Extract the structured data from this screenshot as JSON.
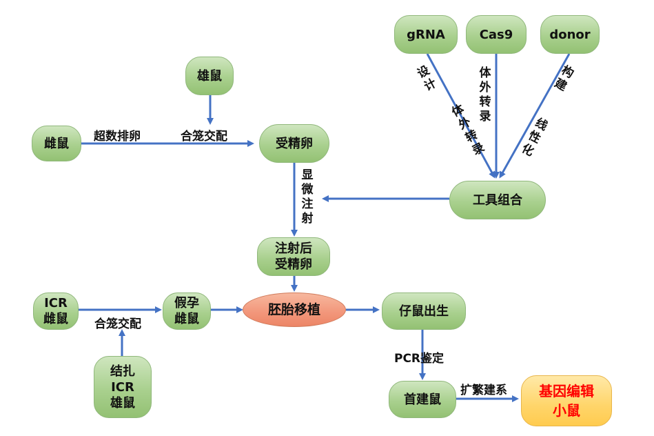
{
  "nodes": {
    "male_mouse": "雄鼠",
    "female_mouse": "雌鼠",
    "fertilized_egg": "受精卵",
    "grna": "gRNA",
    "cas9": "Cas9",
    "donor": "donor",
    "tool_combo": "工具组合",
    "injected_egg": "注射后\n受精卵",
    "icr_female": "ICR\n雌鼠",
    "pseudo_pregnant": "假孕\n雌鼠",
    "ligated_icr_male": "结扎\nICR\n雄鼠",
    "embryo_transfer": "胚胎移植",
    "pups_born": "仔鼠出生",
    "founder_mouse": "首建鼠",
    "gene_edited_mouse": "基因编辑\n小鼠"
  },
  "edge_labels": {
    "superovulation": "超数排卵",
    "cage_mating_top": "合笼交配",
    "microinjection": "显微注射",
    "design": "设计",
    "in_vitro_transcription_grna": "体外转录",
    "in_vitro_transcription_cas9": "体外转录",
    "construct": "构建",
    "linearize": "线性化",
    "cage_mating_bottom": "合笼交配",
    "pcr_identification": "PCR鉴定",
    "expand_breeding": "扩繁建系"
  },
  "colors": {
    "arrow": "#4472c4",
    "green_node": "#a9d08e",
    "embryo_node": "#f2967a",
    "final_node": "#ffd56a",
    "final_text": "#ff0000"
  }
}
